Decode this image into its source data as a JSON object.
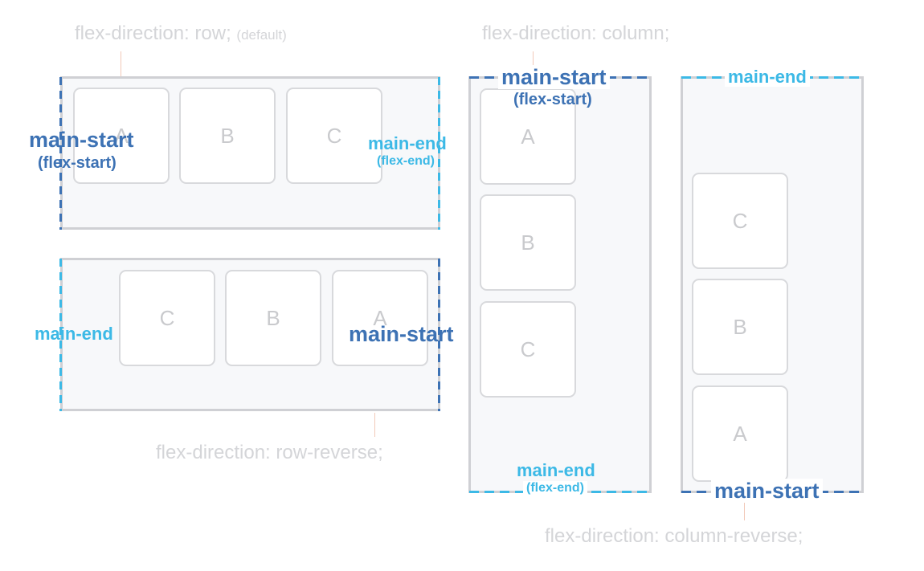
{
  "colors": {
    "main_start": "#3d72b4",
    "main_end": "#3cb9e6"
  },
  "diagrams": {
    "row": {
      "caption": "flex-direction: row;",
      "caption_note": "(default)",
      "items": [
        "A",
        "B",
        "C"
      ],
      "start_label": "main-start",
      "start_sub": "(flex-start)",
      "end_label": "main-end",
      "end_sub": "(flex-end)"
    },
    "row_reverse": {
      "caption": "flex-direction: row-reverse;",
      "items": [
        "C",
        "B",
        "A"
      ],
      "start_label": "main-start",
      "end_label": "main-end"
    },
    "column": {
      "caption": "flex-direction: column;",
      "items": [
        "A",
        "B",
        "C"
      ],
      "start_label": "main-start",
      "start_sub": "(flex-start)",
      "end_label": "main-end",
      "end_sub": "(flex-end)"
    },
    "column_reverse": {
      "caption": "flex-direction: column-reverse;",
      "items": [
        "C",
        "B",
        "A"
      ],
      "start_label": "main-start",
      "end_label": "main-end"
    }
  }
}
